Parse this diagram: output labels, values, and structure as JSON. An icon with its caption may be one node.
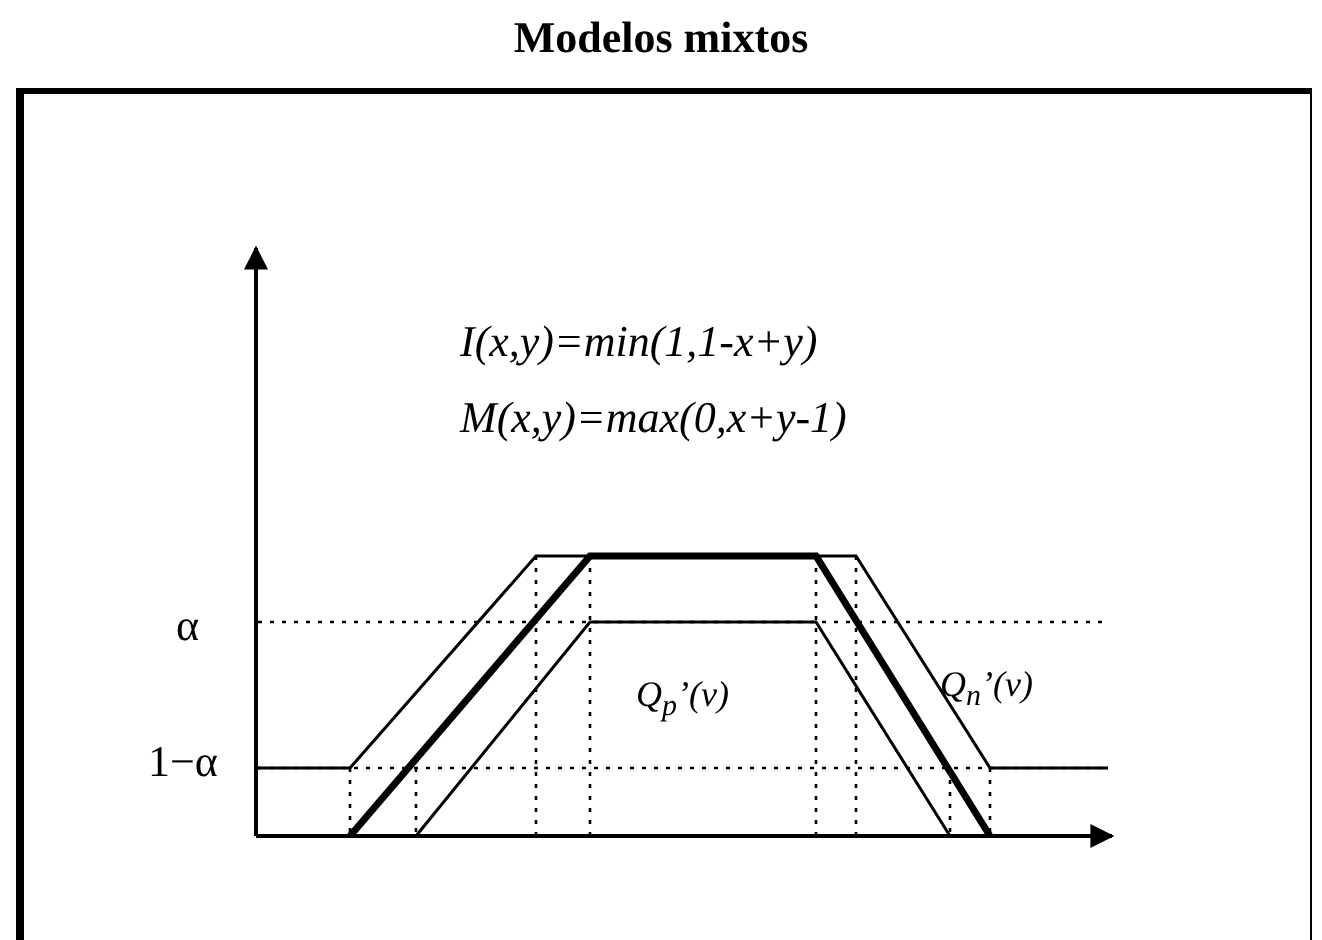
{
  "diagram": {
    "title": "Modelos mixtos",
    "labels": [
      "I(x,y)=min(1,1-x+y)",
      "M(x,y)=max(0,x+y-1)",
      "α",
      "Q$_{n}$’(v)",
      "Q$_{p}$’(v)",
      "1−α"
    ]
  }
}
